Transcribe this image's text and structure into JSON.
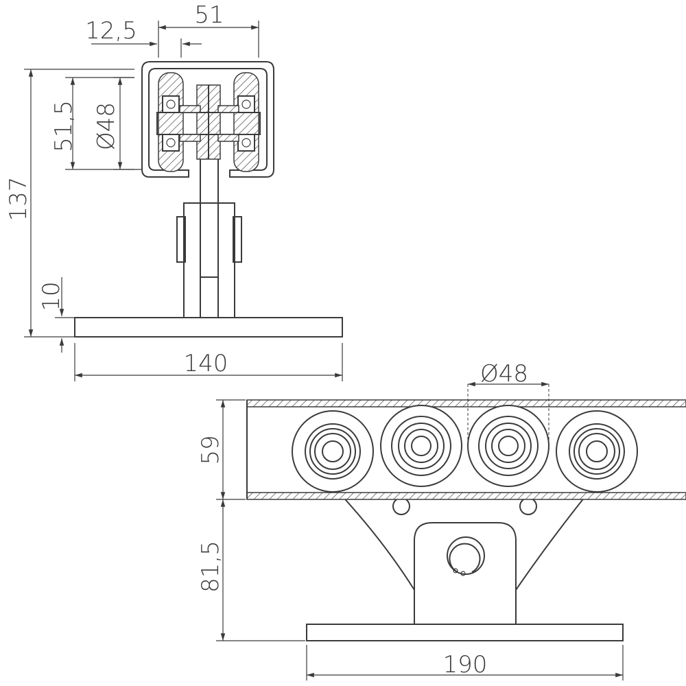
{
  "colors": {
    "line": "#3a3a3a",
    "background": "#ffffff"
  },
  "side_view": {
    "dim_carriage_width": "51",
    "dim_wall_thickness": "12,5",
    "dim_carriage_height": "51,5",
    "dim_wheel_diameter": "Ø48",
    "dim_total_height": "137",
    "dim_plate_thickness": "10",
    "dim_plate_width": "140"
  },
  "front_view": {
    "dim_wheel_diameter": "Ø48",
    "dim_track_height": "59",
    "dim_bracket_height": "81,5",
    "dim_plate_width": "190"
  }
}
